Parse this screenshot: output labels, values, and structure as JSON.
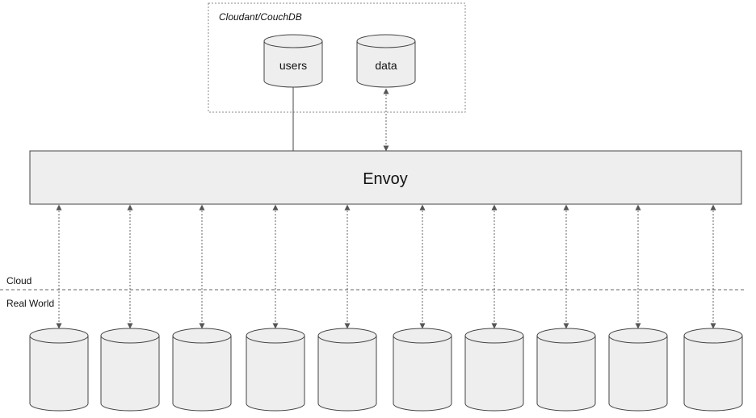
{
  "cloud_group": {
    "label": "Cloudant/CouchDB"
  },
  "databases": {
    "users_label": "users",
    "data_label": "data"
  },
  "envoy": {
    "label": "Envoy"
  },
  "zones": {
    "upper_label": "Cloud",
    "lower_label": "Real World"
  },
  "client_db_count": 10,
  "colors": {
    "fill": "#eeeeee",
    "stroke": "#444444",
    "dotted": "#666666",
    "text": "#111111"
  }
}
